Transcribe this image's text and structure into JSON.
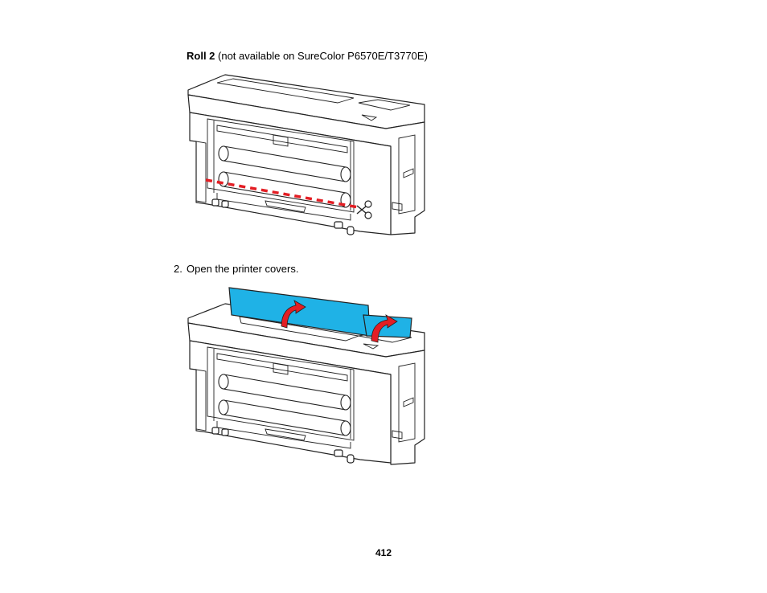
{
  "roll_caption": {
    "bold": "Roll 2",
    "rest": " (not available on SureColor P6570E/T3770E)"
  },
  "step": {
    "number": "2.",
    "text": "Open the printer covers."
  },
  "page_number": "412",
  "figures": {
    "fig1": {
      "icons": [
        "printer-illustration",
        "cut-line",
        "scissors-icon"
      ],
      "cut_line_color": "#e31e24"
    },
    "fig2": {
      "icons": [
        "printer-illustration",
        "open-cover-arrow-icon"
      ],
      "cover_color": "#1fb2e6",
      "arrow_color": "#e31e24"
    }
  }
}
